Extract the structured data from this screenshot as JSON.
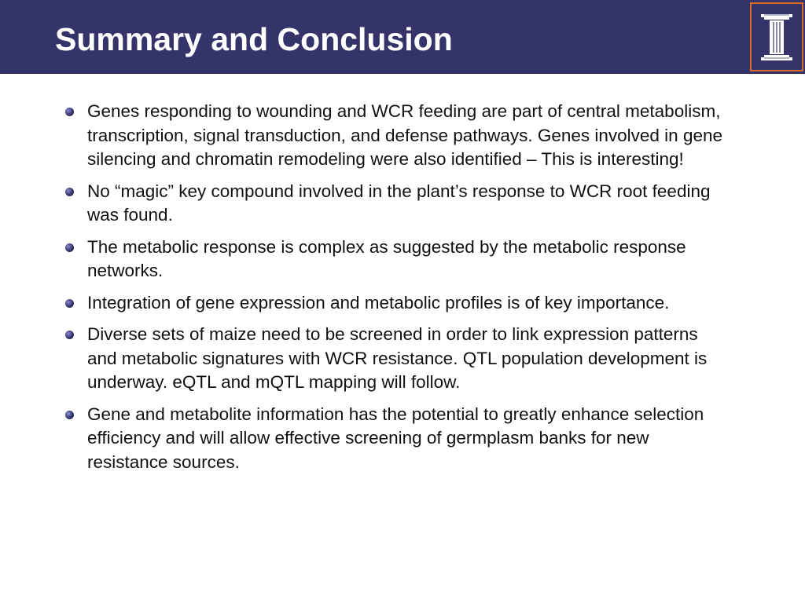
{
  "slide": {
    "title": "Summary and Conclusion",
    "logo_icon": "university-column-logo-icon",
    "colors": {
      "title_bar": "#34346b",
      "logo_border": "#d86a2a",
      "bullet": "#34346b",
      "text": "#111111"
    },
    "bullets": [
      "Genes responding to wounding and WCR feeding are part of central metabolism, transcription, signal transduction, and defense pathways. Genes involved in gene silencing and chromatin remodeling were also identified – This is interesting!",
      "No “magic” key compound involved in the plant’s response to WCR root feeding was found.",
      "The metabolic response is complex as suggested by the metabolic response networks.",
      "Integration of gene expression and metabolic profiles is of key importance.",
      "Diverse sets of maize need to be screened in order to link expression patterns and metabolic signatures with WCR resistance. QTL population development is underway. eQTL and mQTL mapping will follow.",
      "Gene and metabolite information has the potential to greatly enhance selection efficiency and will allow effective screening of germplasm banks for new resistance sources."
    ]
  }
}
